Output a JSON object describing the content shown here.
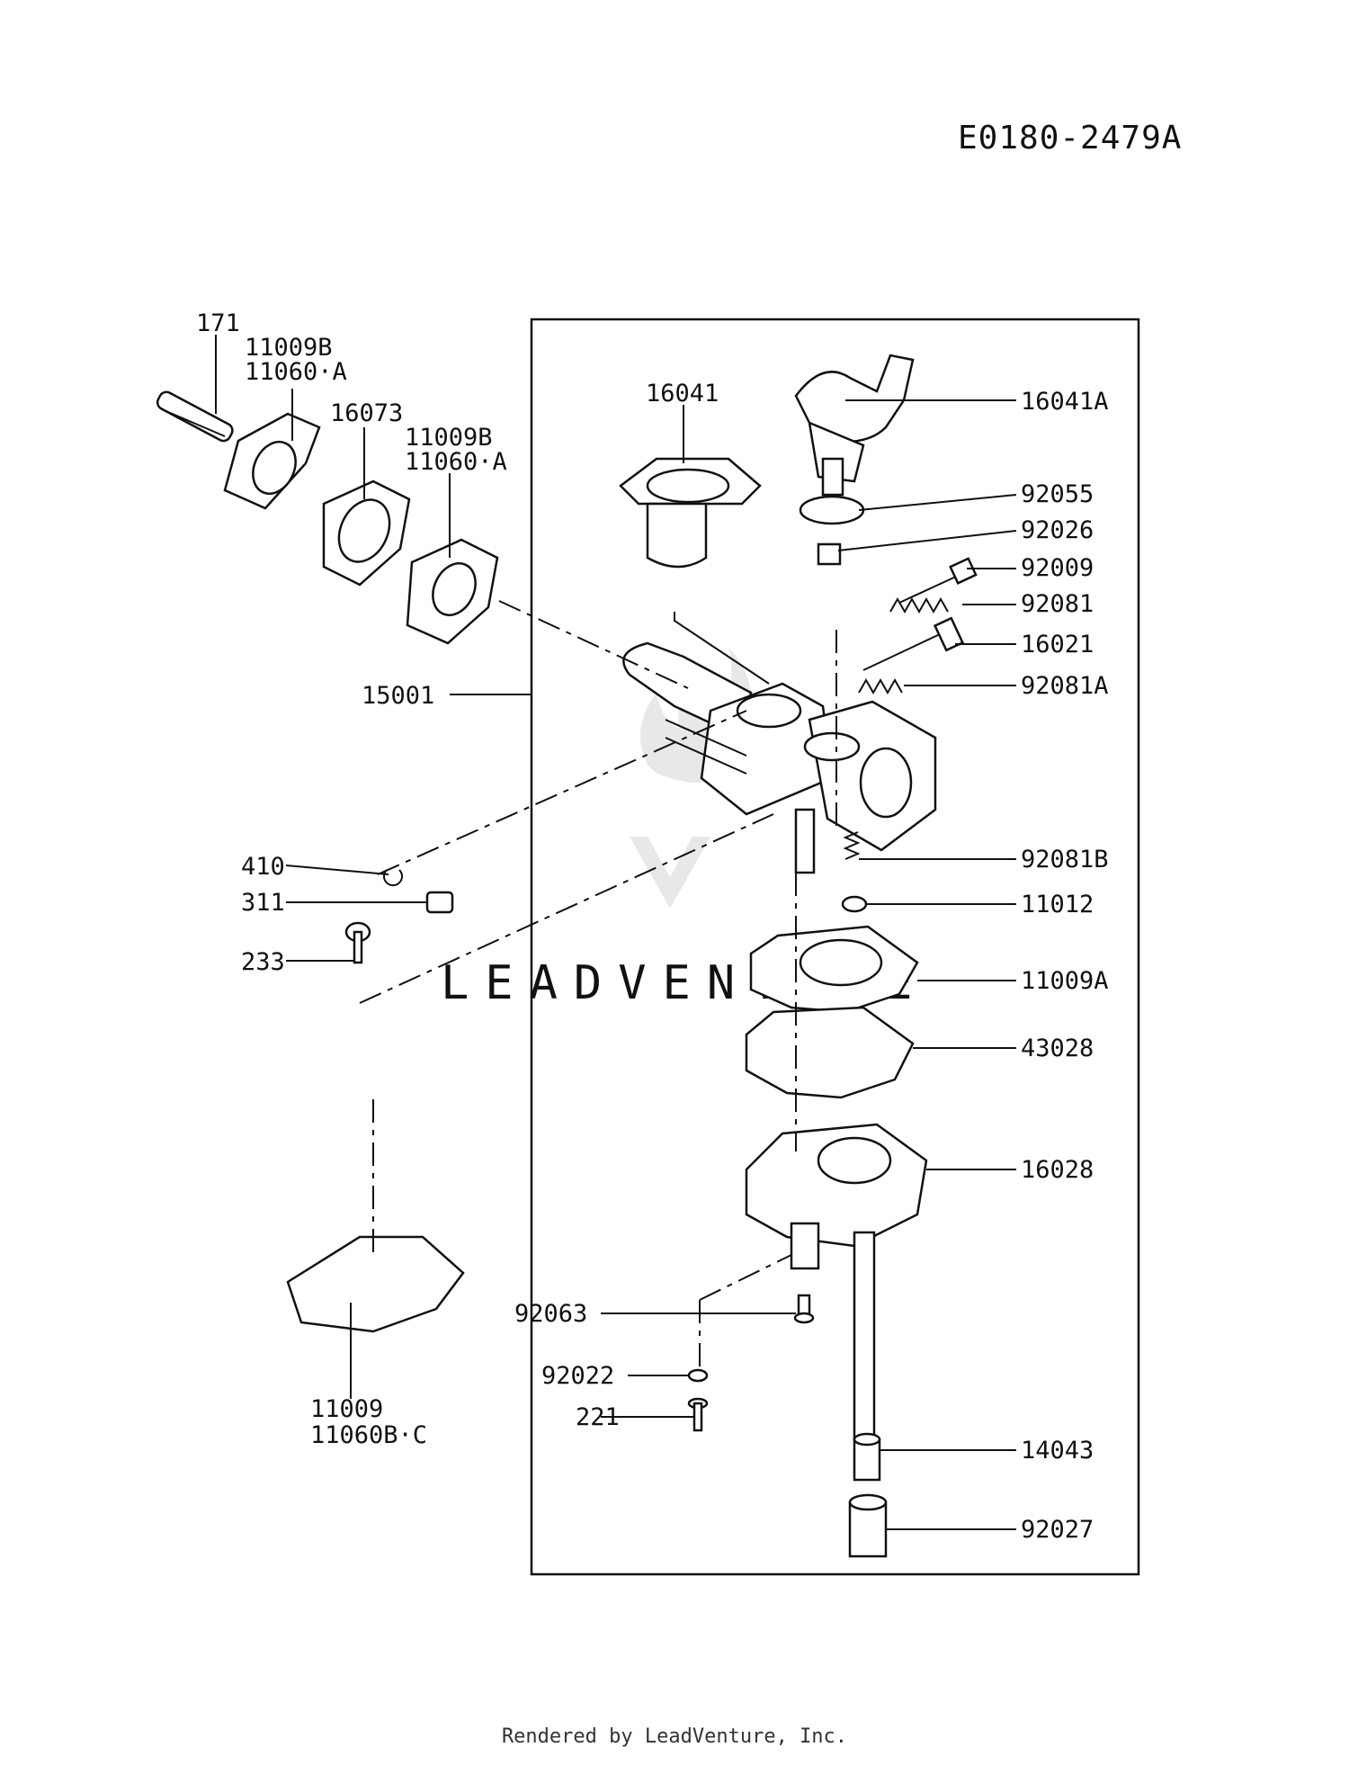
{
  "diagram_code": "E0180-2479A",
  "watermark": "LEADVENTURE",
  "footer": "Rendered by LeadVenture, Inc.",
  "labels": {
    "p171": "171",
    "p11009b_1": "11009B",
    "p11060a_1": "11060·A",
    "p16073": "16073",
    "p11009b_2": "11009B",
    "p11060a_2": "11060·A",
    "p16041": "16041",
    "p16041a": "16041A",
    "p92055": "92055",
    "p92026": "92026",
    "p92009": "92009",
    "p92081": "92081",
    "p16021": "16021",
    "p92081a": "92081A",
    "p15001": "15001",
    "p410": "410",
    "p311": "311",
    "p233": "233",
    "p92081b": "92081B",
    "p11012": "11012",
    "p11009a": "11009A",
    "p43028": "43028",
    "p16028": "16028",
    "p92063": "92063",
    "p92022": "92022",
    "p221": "221",
    "p14043": "14043",
    "p92027": "92027",
    "p11009": "11009",
    "p11060bc": "11060B·C"
  }
}
